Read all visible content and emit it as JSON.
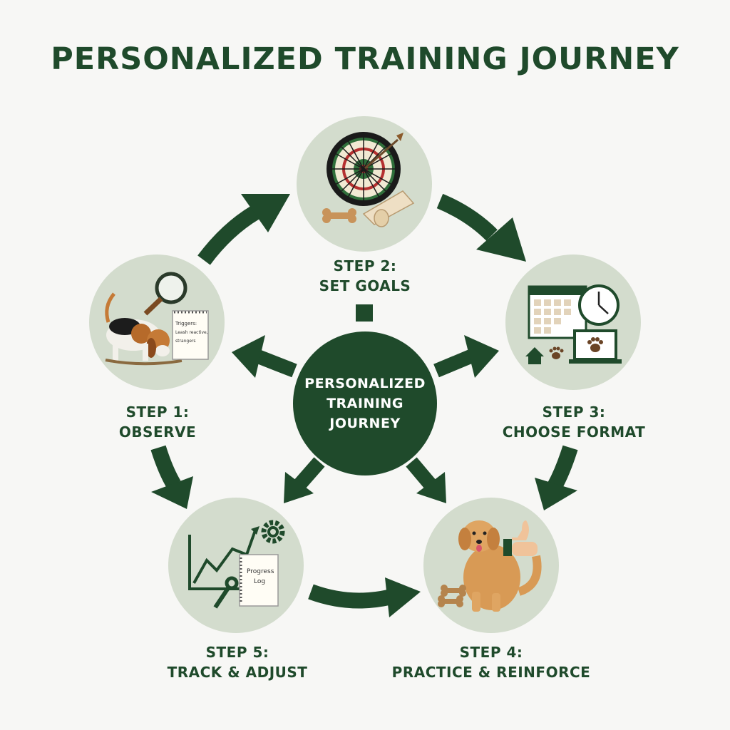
{
  "title": "PERSONALIZED TRAINING JOURNEY",
  "center": {
    "line1": "PERSONALIZED",
    "line2": "TRAINING",
    "line3": "JOURNEY"
  },
  "steps": [
    {
      "number": "STEP 1:",
      "name": "OBSERVE",
      "note_line1": "Triggers:",
      "note_line2": "Leash reactive,",
      "note_line3": "strangers"
    },
    {
      "number": "STEP 2:",
      "name": "SET GOALS"
    },
    {
      "number": "STEP 3:",
      "name": "CHOOSE FORMAT"
    },
    {
      "number": "STEP 4:",
      "name": "PRACTICE & REINFORCE"
    },
    {
      "number": "STEP 5:",
      "name": "TRACK & ADJUST",
      "log_line1": "Progress",
      "log_line2": "Log"
    }
  ],
  "colors": {
    "dark_green": "#1f4a2b",
    "circle_fill": "#d3dccd",
    "background": "#f7f7f5",
    "beige": "#e9d9bf",
    "dog_gold": "#d89a55"
  },
  "icons": [
    "dartboard-icon",
    "arrow-icon",
    "dog-bone-icon",
    "scroll-icon",
    "calendar-icon",
    "clock-icon",
    "house-icon",
    "paw-icon",
    "laptop-icon",
    "magnifier-icon",
    "beagle-icon",
    "notepad-icon",
    "golden-retriever-icon",
    "thumbs-up-icon",
    "chart-icon",
    "gear-icon",
    "wrench-icon"
  ]
}
